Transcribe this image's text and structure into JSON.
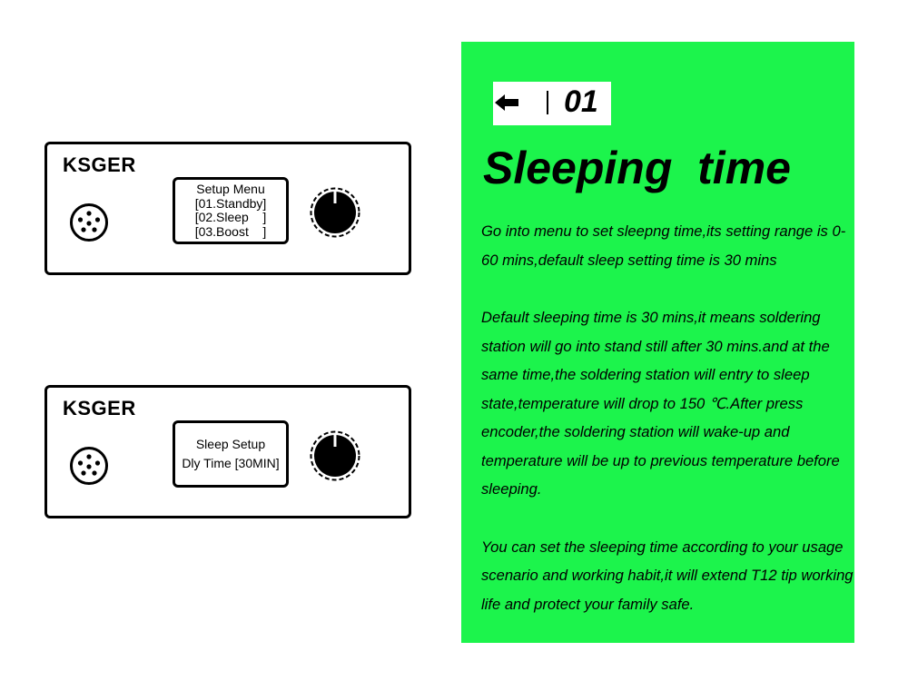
{
  "devices": [
    {
      "brand": "KSGER",
      "screen_lines": [
        "Setup Menu",
        "[01.Standby]",
        "[02.Sleep    ]",
        "[03.Boost    ]"
      ]
    },
    {
      "brand": "KSGER",
      "screen_lines": [
        "Sleep Setup",
        "Dly Time [30MIN]"
      ]
    }
  ],
  "panel": {
    "background": "#1cf44c",
    "badge_icon": "back-arrow-icon",
    "badge_number": "01",
    "title": "Sleeping  time",
    "paragraphs": [
      "Go into menu to set sleepng time,its setting range is 0-60 mins,default sleep setting time is 30 mins",
      "Default sleeping time is 30 mins,it means soldering station will go into stand still after 30 mins.and at the same time,the soldering station will entry to sleep state,temperature will drop to 150 ℃.After press encoder,the soldering station will wake-up and temperature will be up to previous temperature before sleeping.",
      "You can set the sleeping time according to your usage scenario and working habit,it will extend T12 tip working life and protect your family safe."
    ]
  }
}
